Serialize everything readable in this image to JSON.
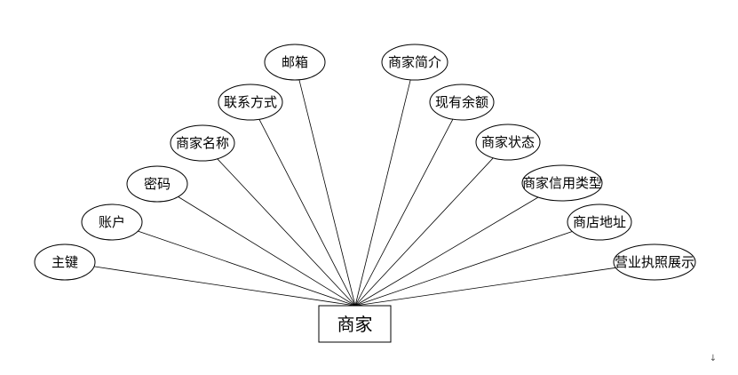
{
  "entity": {
    "label": "商家"
  },
  "attributes": [
    {
      "label": "主键"
    },
    {
      "label": "账户"
    },
    {
      "label": "密码"
    },
    {
      "label": "商家名称"
    },
    {
      "label": "联系方式"
    },
    {
      "label": "邮箱"
    },
    {
      "label": "商家简介"
    },
    {
      "label": "现有余额"
    },
    {
      "label": "商家状态"
    },
    {
      "label": "商家信用类型"
    },
    {
      "label": "商店地址"
    },
    {
      "label": "营业执照展示"
    }
  ],
  "paragraph_mark": "↓"
}
